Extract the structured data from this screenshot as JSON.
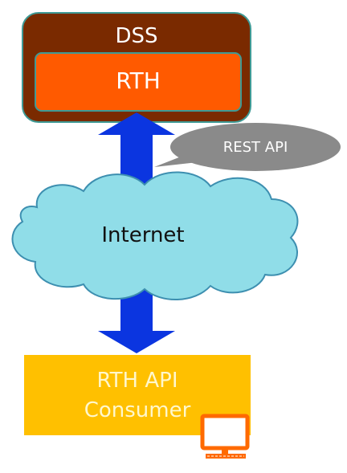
{
  "dss_label": "DSS",
  "rth_label": "RTH",
  "rest_api_label": "REST API",
  "internet_label": "Internet",
  "consumer_label_line1": "RTH API",
  "consumer_label_line2": "Consumer",
  "colors": {
    "dss_fill": "#7a2a00",
    "dss_border": "#3f9a95",
    "rth_fill": "#ff5a00",
    "rth_border": "#3f9a95",
    "arrow": "#0b35e0",
    "callout": "#8a8a8a",
    "cloud_fill": "#90dde8",
    "cloud_border": "#3d8fb0",
    "consumer_fill": "#ffc000",
    "consumer_text": "#fff7cc",
    "computer_icon": "#ff6a00"
  },
  "icons": {
    "computer": "computer-icon"
  }
}
